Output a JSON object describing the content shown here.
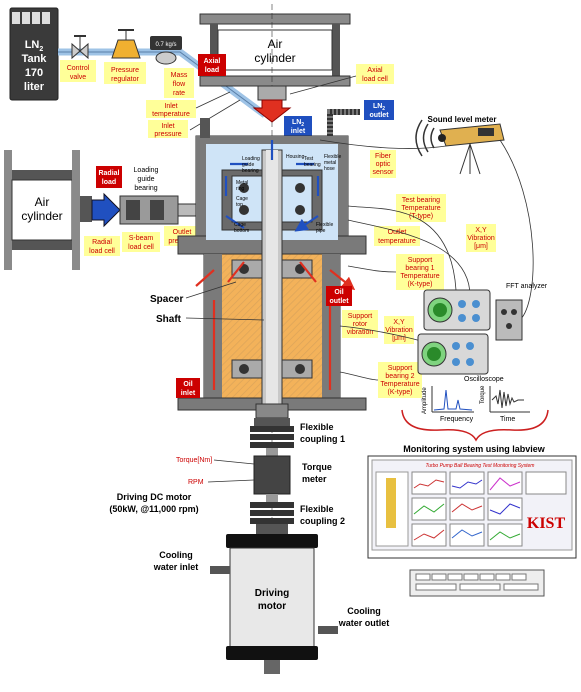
{
  "colors": {
    "label_bg": "#ffff99",
    "red_label": "#cc0000",
    "blue_label": "#1f4fbf",
    "housing": "#7a7a7a",
    "dark": "#3a3a3a",
    "lightblue": "#cfe4f7",
    "orange": "#f3b25a",
    "arrow_red": "#e03020",
    "arrow_blue": "#2050c0"
  },
  "labels": {
    "ln2_tank": "LN",
    "ln2_tank_sub": "2",
    "ln2_tank_l2": "Tank",
    "ln2_tank_l3": "170",
    "ln2_tank_l4": "liter",
    "control_valve_1": "Control",
    "control_valve_2": "valve",
    "pressure_regulator_1": "Pressure",
    "pressure_regulator_2": "regulator",
    "mass_flow_1": "Mass",
    "mass_flow_2": "flow",
    "mass_flow_3": "rate",
    "flow_display": "0.7 kg/s",
    "inlet_temperature_1": "Inlet",
    "inlet_temperature_2": "temperature",
    "inlet_pressure_1": "Inlet",
    "inlet_pressure_2": "pressure",
    "axial_load_1": "Axial",
    "axial_load_2": "load",
    "air_cylinder_top_1": "Air",
    "air_cylinder_top_2": "cylinder",
    "axial_load_cell_1": "Axial",
    "axial_load_cell_2": "load cell",
    "ln2_inlet_1": "LN",
    "ln2_inlet_sub": "2",
    "ln2_inlet_2": "inlet",
    "ln2_outlet_1": "LN",
    "ln2_outlet_sub": "2",
    "ln2_outlet_2": "outlet",
    "sound_level_meter": "Sound level meter",
    "air_cylinder_left_1": "Air",
    "air_cylinder_left_2": "cylinder",
    "radial_load_1": "Radial",
    "radial_load_2": "load",
    "loading_guide_1": "Loading",
    "loading_guide_2": "guide",
    "loading_guide_3": "bearing",
    "radial_load_cell_1": "Radial",
    "radial_load_cell_2": "load cell",
    "s_beam_1": "S-beam",
    "s_beam_2": "load cell",
    "outlet_pressure_1": "Outlet",
    "outlet_pressure_2": "pressure",
    "fiber_optic_1": "Fiber",
    "fiber_optic_2": "optic",
    "fiber_optic_3": "sensor",
    "test_bearing_temp_1": "Test bearing",
    "test_bearing_temp_2": "Temperature",
    "test_bearing_temp_3": "(T-type)",
    "outlet_temperature_1": "Outlet",
    "outlet_temperature_2": "temperature",
    "xy_vibration_1": "X,Y",
    "xy_vibration_2": "Vibration",
    "xy_vibration_3": "[μm]",
    "support_bearing1_1": "Support",
    "support_bearing1_2": "bearing 1",
    "support_bearing1_3": "Temperature",
    "support_bearing1_4": "(K-type)",
    "fft_analyzer": "FFT analyzer",
    "spacer": "Spacer",
    "shaft": "Shaft",
    "oil_outlet_1": "Oil",
    "oil_outlet_2": "outlet",
    "support_rotor_1": "Support",
    "support_rotor_2": "rotor",
    "support_rotor_3": "vibration",
    "xy_vibration2_1": "X,Y",
    "xy_vibration2_2": "Vibration",
    "xy_vibration2_3": "[μm]",
    "oscilloscope": "Oscilloscope",
    "support_bearing2_1": "Support",
    "support_bearing2_2": "bearing 2",
    "support_bearing2_3": "Temperature",
    "support_bearing2_4": "(K-type)",
    "oil_inlet_1": "Oil",
    "oil_inlet_2": "inlet",
    "amplitude": "Amplitude",
    "frequency": "Frequency",
    "torque_axis": "Torque",
    "time": "Time",
    "housing": "Housing",
    "test_bearing_inner_1": "Test",
    "test_bearing_inner_2": "bearing",
    "flexible_metal_1": "Flexible",
    "flexible_metal_2": "metal",
    "flexible_metal_3": "hose",
    "loading_guide_inner_1": "Loading",
    "loading_guide_inner_2": "guide",
    "loading_guide_inner_3": "bearing",
    "metal_ring_1": "Metal",
    "metal_ring_2": "ring",
    "cage_top_1": "Cage",
    "cage_top_2": "top",
    "cage_bottom_1": "Cage",
    "cage_bottom_2": "bottom",
    "flexible_pipe_1": "Flexible",
    "flexible_pipe_2": "pipe",
    "flexible_coupling1_1": "Flexible",
    "flexible_coupling1_2": "coupling 1",
    "monitoring_system": "Monitoring system using labview",
    "monitor_title": "Turbo Pump Ball Bearing Test Monitoring System",
    "kist": "KIST",
    "torque_nm": "Torque[Nm]",
    "rpm": "RPM",
    "torque_meter_1": "Torque",
    "torque_meter_2": "meter",
    "driving_dc_1": "Driving DC  motor",
    "driving_dc_2": "(50kW, @11,000 rpm)",
    "flexible_coupling2_1": "Flexible",
    "flexible_coupling2_2": "coupling 2",
    "cooling_in_1": "Cooling",
    "cooling_in_2": "water inlet",
    "driving_motor_1": "Driving",
    "driving_motor_2": "motor",
    "cooling_out_1": "Cooling",
    "cooling_out_2": "water outlet"
  }
}
